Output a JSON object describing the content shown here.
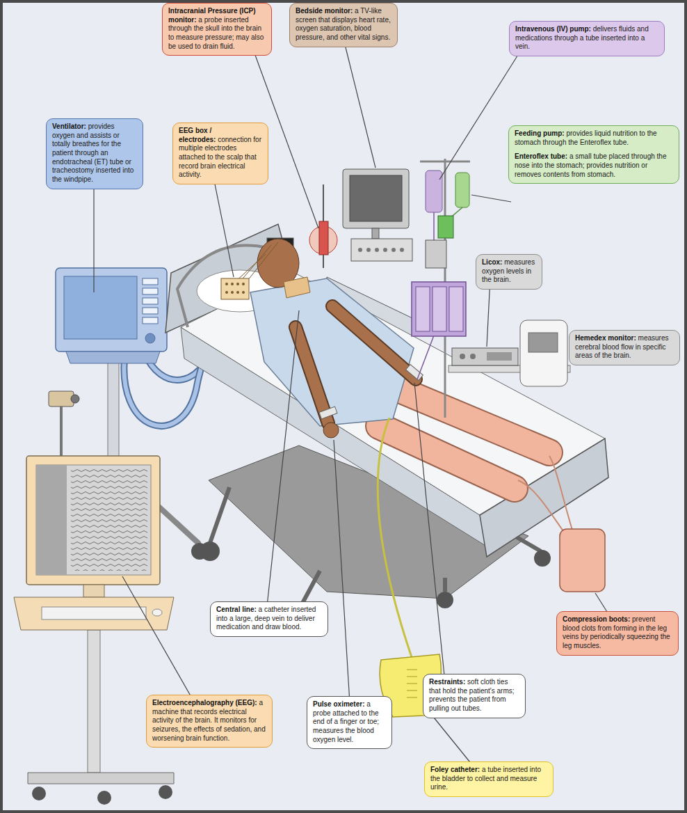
{
  "diagram": {
    "nodes": [
      {
        "text": [
          "Intracranial Pressure (ICP) monitor:",
          "a probe inserted through the skull into the brain to measure pressure; may also be used to drain fluid."
        ]
      },
      {
        "text": [
          "Bedside monitor:",
          "a TV-like screen that displays heart rate, oxygen saturation, blood pressure, and other vital signs."
        ]
      },
      {
        "text": [
          "Intravenous (IV) pump:",
          "delivers fluids and medications through a tube inserted into a vein."
        ]
      },
      {
        "text": [
          "Ventilator:",
          "provides oxygen and assists or totally breathes for the patient through an endotracheal (ET) tube or tracheostomy inserted into the windpipe."
        ]
      },
      {
        "text": [
          "EEG box / electrodes:",
          "connection for multiple electrodes attached to the scalp that record brain electrical activity."
        ]
      },
      {
        "text": [
          "Feeding pump:",
          "provides liquid nutrition to the stomach through the Enteroflex tube.",
          "Enteroflex tube:",
          "a small tube placed through the nose into the stomach; provides nutrition or removes contents from stomach."
        ]
      },
      {
        "text": [
          "Licox:",
          "measures oxygen levels in the brain."
        ]
      },
      {
        "text": [
          "Hemedex monitor:",
          "measures cerebral blood flow in specific areas of the brain."
        ]
      },
      {
        "text": [
          "Central line:",
          "a catheter inserted into a large, deep vein to deliver medication and draw blood."
        ]
      },
      {
        "text": [
          "Compression boots:",
          "prevent blood clots from forming in the leg veins by periodically squeezing the leg muscles."
        ]
      },
      {
        "text": [
          "Restraints:",
          "soft cloth ties that hold the patient's arms; prevents the patient from pulling out tubes."
        ]
      },
      {
        "text": [
          "Electroencephalography (EEG):",
          "a machine that records electrical activity of the brain. It monitors for seizures, the effects of sedation, and worsening brain function."
        ]
      },
      {
        "text": [
          "Pulse oximeter:",
          "a probe attached to the end of a finger or toe; measures the blood oxygen level."
        ]
      },
      {
        "text": [
          "Foley catheter:",
          "a tube inserted into the bladder to collect and measure urine."
        ]
      }
    ]
  }
}
